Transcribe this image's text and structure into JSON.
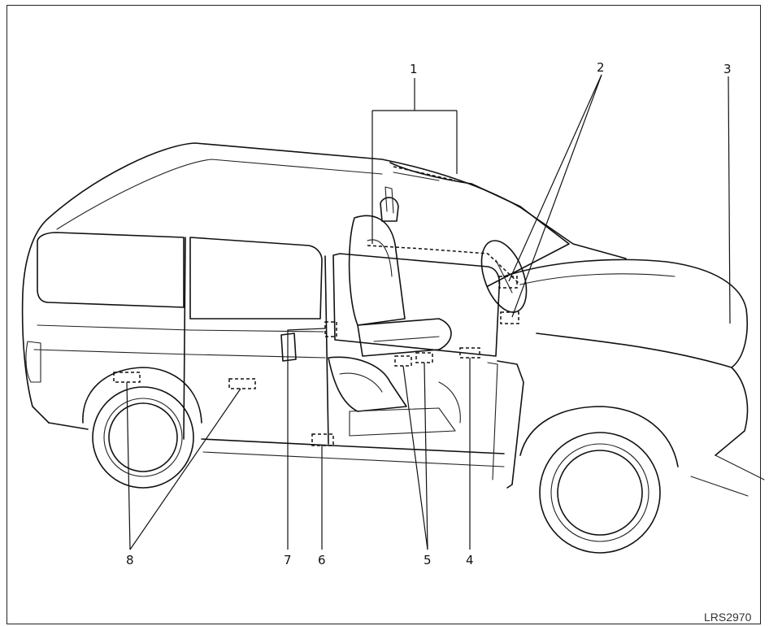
{
  "callouts": [
    {
      "id": "1",
      "label": "1"
    },
    {
      "id": "2",
      "label": "2"
    },
    {
      "id": "3",
      "label": "3"
    },
    {
      "id": "4",
      "label": "4"
    },
    {
      "id": "5",
      "label": "5"
    },
    {
      "id": "6",
      "label": "6"
    },
    {
      "id": "7",
      "label": "7"
    },
    {
      "id": "8",
      "label": "8"
    }
  ],
  "reference_code": "LRS2970"
}
